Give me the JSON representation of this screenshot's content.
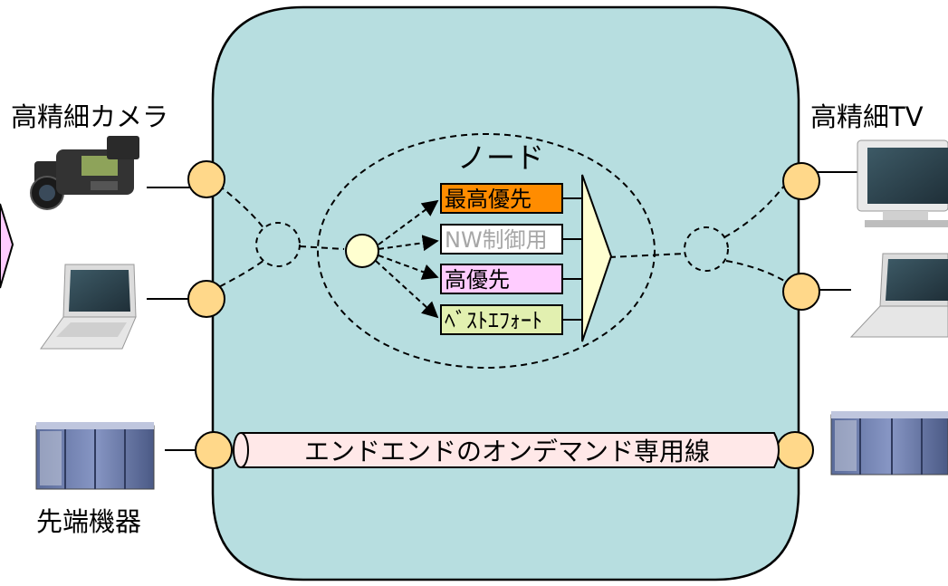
{
  "labels": {
    "left_top": "高精細カメラ",
    "left_bottom": "先端機器",
    "right_top": "高精細TV",
    "node_title": "ノード"
  },
  "queues": [
    {
      "label": "最高優先",
      "fill": "#FF8C00",
      "text_color": "#000000"
    },
    {
      "label": "NW制御用",
      "fill": "#FFFFFF",
      "text_color": "#A6A6A6"
    },
    {
      "label": "高優先",
      "fill": "#FFCCFF",
      "text_color": "#000000"
    },
    {
      "label": "ﾍﾞｽﾄｴﾌｫｰﾄ",
      "fill": "#E2F0B0",
      "text_color": "#000000"
    }
  ],
  "pipe_label": "エンドエンドのオンデマンド専用線",
  "colors": {
    "network_fill": "#B7DEE0",
    "port_fill": "#FFD88A",
    "mux_fill": "#FFFFD0",
    "pipe_fill": "#FFE8E8",
    "side_shape_fill": "#FFCCFF"
  },
  "icons": [
    "video-camera-icon",
    "laptop-icon",
    "server-rack-icon",
    "tv-monitor-icon"
  ]
}
